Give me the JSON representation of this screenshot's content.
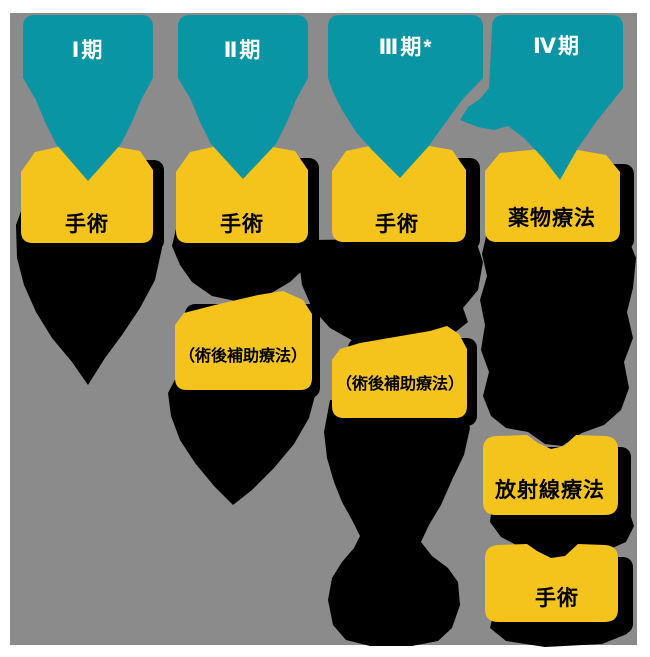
{
  "colors": {
    "background": "#ffffff",
    "canvas": "#8b8b8b",
    "stage_header": "#0a95a5",
    "treatment_box": "#f4c41c",
    "arrow": "#000000",
    "stage_text": "#ffffff",
    "box_text": "#000000"
  },
  "columns": [
    {
      "stage_label": "Ⅰ期",
      "treatments": [
        "手術"
      ]
    },
    {
      "stage_label": "Ⅱ期",
      "treatments": [
        "手術",
        "（術後補助療法）"
      ]
    },
    {
      "stage_label": "Ⅲ期*",
      "treatments": [
        "手術",
        "（術後補助療法）"
      ]
    },
    {
      "stage_label": "Ⅳ期",
      "treatments": [
        "薬物療法",
        "放射線療法",
        "手術"
      ]
    }
  ]
}
